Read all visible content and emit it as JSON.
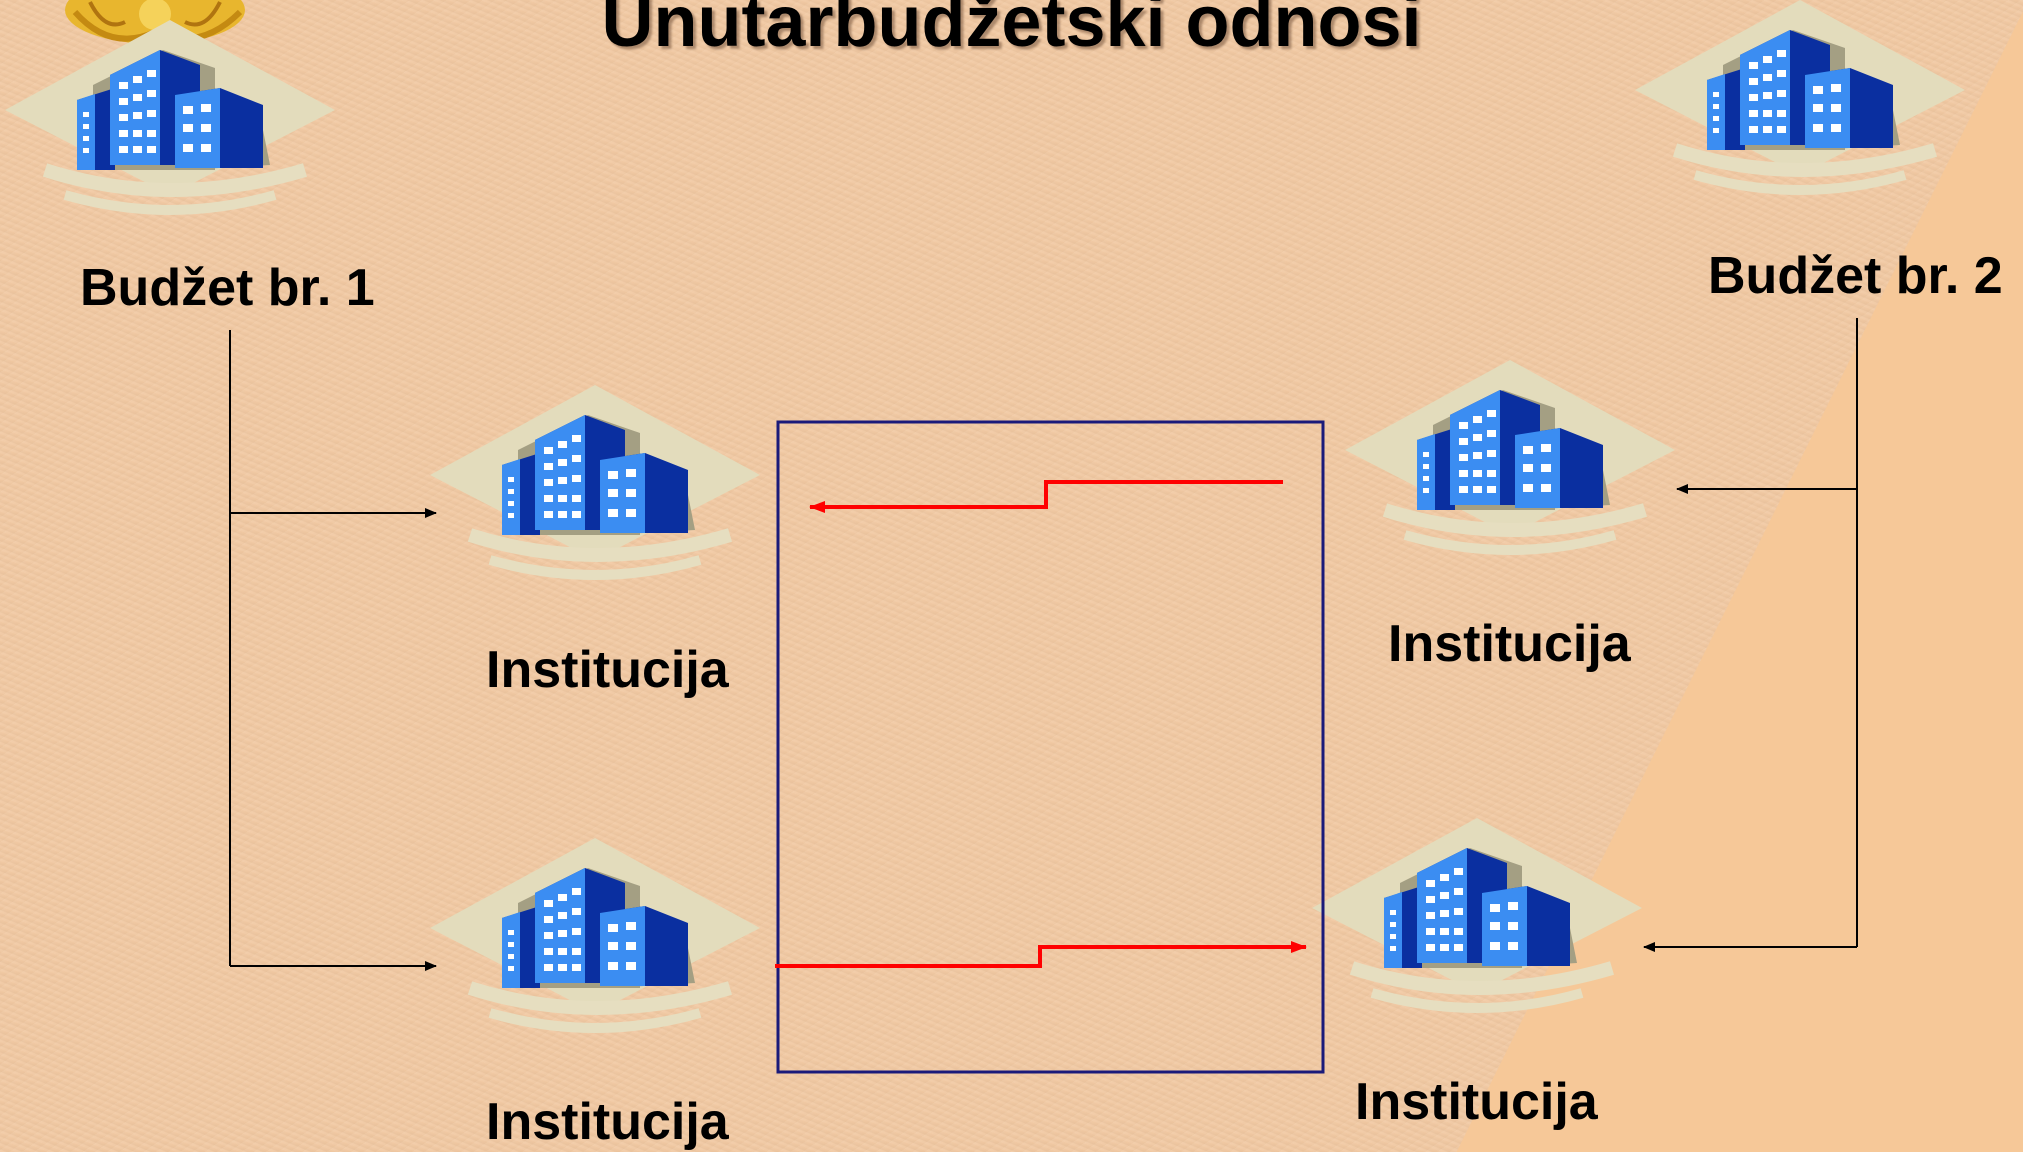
{
  "title": "Unutarbudžetski odnosi",
  "budgets": [
    {
      "label": "Budžet br. 1"
    },
    {
      "label": "Budžet br. 2"
    }
  ],
  "institutions": [
    {
      "label": "Institucija"
    },
    {
      "label": "Institucija"
    },
    {
      "label": "Institucija"
    },
    {
      "label": "Institucija"
    }
  ],
  "colors": {
    "background": "#f1c9a3",
    "connector": "#000000",
    "flow_arrow": "#ff0000",
    "frame": "#1a1a7a",
    "building_dark": "#0a2fa0",
    "building_light": "#3b8df2",
    "diamond": "#e3dcbc"
  },
  "icons": [
    "building-icon",
    "emblem-icon",
    "arrow-icon"
  ]
}
